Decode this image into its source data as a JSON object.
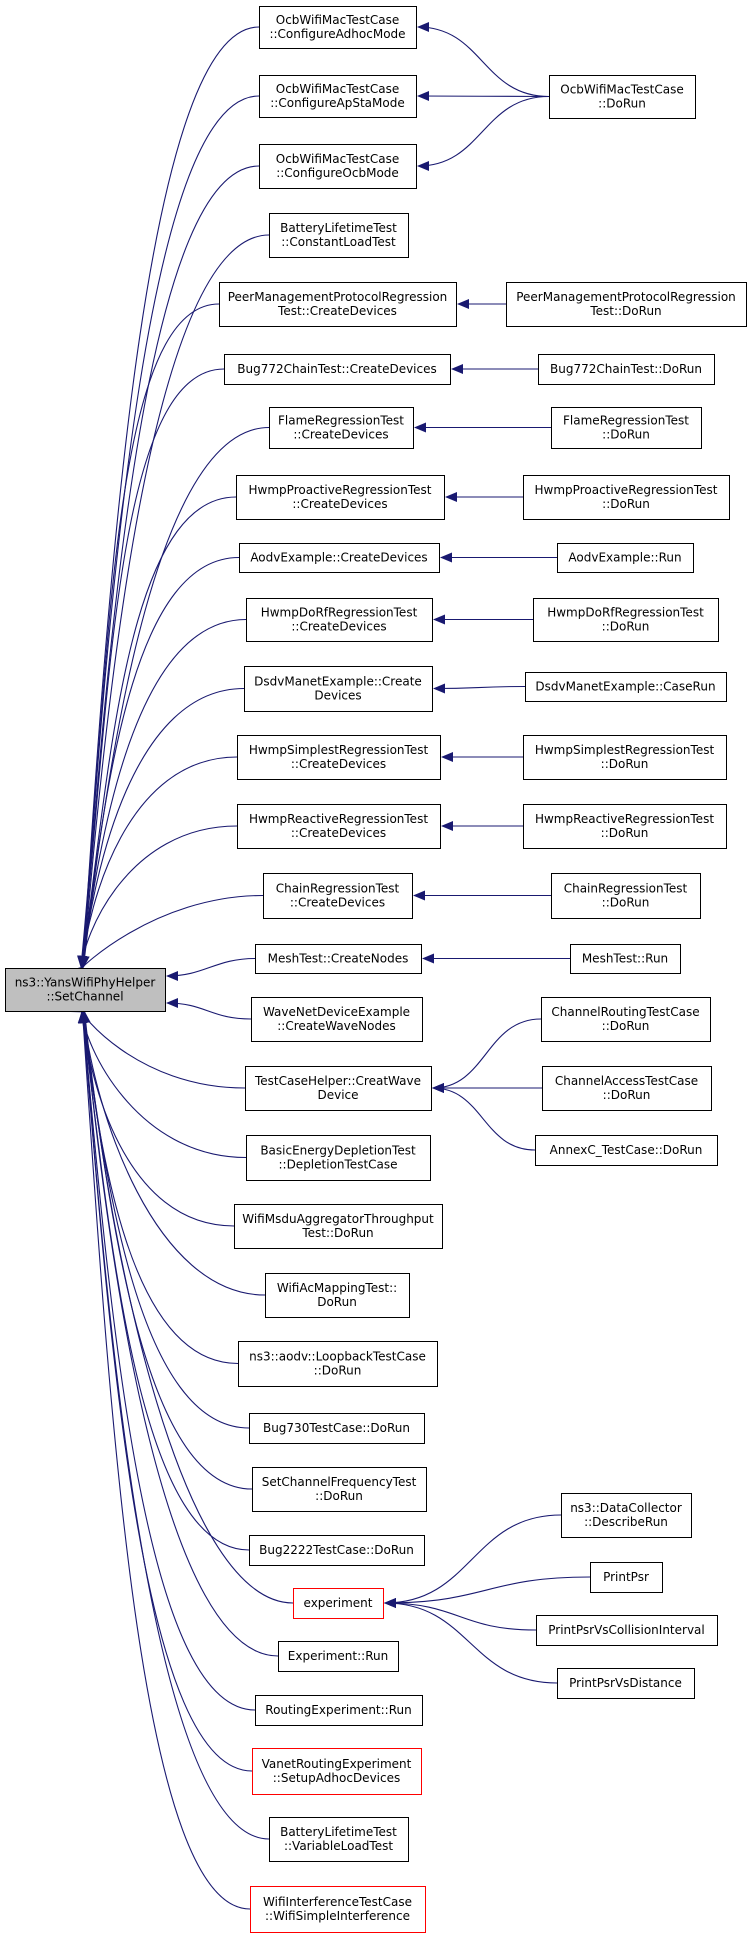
{
  "graph": {
    "edge_color": "#191970",
    "root_fill": "#bfbfbf",
    "highlight_border": "#ff0000",
    "root": {
      "lines": [
        "ns3::YansWifiPhyHelper",
        "::SetChannel"
      ]
    },
    "callers": [
      {
        "id": "c0",
        "lines": [
          "OcbWifiMacTestCase",
          "::ConfigureAdhocMode"
        ]
      },
      {
        "id": "c1",
        "lines": [
          "OcbWifiMacTestCase",
          "::ConfigureApStaMode"
        ]
      },
      {
        "id": "c2",
        "lines": [
          "OcbWifiMacTestCase",
          "::ConfigureOcbMode"
        ]
      },
      {
        "id": "c3",
        "lines": [
          "BatteryLifetimeTest",
          "::ConstantLoadTest"
        ]
      },
      {
        "id": "c4",
        "lines": [
          "PeerManagementProtocolRegression",
          "Test::CreateDevices"
        ]
      },
      {
        "id": "c5",
        "lines": [
          "Bug772ChainTest::CreateDevices"
        ]
      },
      {
        "id": "c6",
        "lines": [
          "FlameRegressionTest",
          "::CreateDevices"
        ]
      },
      {
        "id": "c7",
        "lines": [
          "HwmpProactiveRegressionTest",
          "::CreateDevices"
        ]
      },
      {
        "id": "c8",
        "lines": [
          "AodvExample::CreateDevices"
        ]
      },
      {
        "id": "c9",
        "lines": [
          "HwmpDoRfRegressionTest",
          "::CreateDevices"
        ]
      },
      {
        "id": "c10",
        "lines": [
          "DsdvManetExample::Create",
          "Devices"
        ]
      },
      {
        "id": "c11",
        "lines": [
          "HwmpSimplestRegressionTest",
          "::CreateDevices"
        ]
      },
      {
        "id": "c12",
        "lines": [
          "HwmpReactiveRegressionTest",
          "::CreateDevices"
        ]
      },
      {
        "id": "c13",
        "lines": [
          "ChainRegressionTest",
          "::CreateDevices"
        ]
      },
      {
        "id": "c14",
        "lines": [
          "MeshTest::CreateNodes"
        ]
      },
      {
        "id": "c15",
        "lines": [
          "WaveNetDeviceExample",
          "::CreateWaveNodes"
        ]
      },
      {
        "id": "c16",
        "lines": [
          "TestCaseHelper::CreatWave",
          "Device"
        ]
      },
      {
        "id": "c17",
        "lines": [
          "BasicEnergyDepletionTest",
          "::DepletionTestCase"
        ]
      },
      {
        "id": "c18",
        "lines": [
          "WifiMsduAggregatorThroughput",
          "Test::DoRun"
        ]
      },
      {
        "id": "c19",
        "lines": [
          "WifiAcMappingTest::",
          "DoRun"
        ]
      },
      {
        "id": "c20",
        "lines": [
          "ns3::aodv::LoopbackTestCase",
          "::DoRun"
        ]
      },
      {
        "id": "c21",
        "lines": [
          "Bug730TestCase::DoRun"
        ]
      },
      {
        "id": "c22",
        "lines": [
          "SetChannelFrequencyTest",
          "::DoRun"
        ]
      },
      {
        "id": "c23",
        "lines": [
          "Bug2222TestCase::DoRun"
        ]
      },
      {
        "id": "c24",
        "lines": [
          "experiment"
        ],
        "highlight": true
      },
      {
        "id": "c25",
        "lines": [
          "Experiment::Run"
        ]
      },
      {
        "id": "c26",
        "lines": [
          "RoutingExperiment::Run"
        ]
      },
      {
        "id": "c27",
        "lines": [
          "VanetRoutingExperiment",
          "::SetupAdhocDevices"
        ],
        "highlight": true
      },
      {
        "id": "c28",
        "lines": [
          "BatteryLifetimeTest",
          "::VariableLoadTest"
        ]
      },
      {
        "id": "c29",
        "lines": [
          "WifiInterferenceTestCase",
          "::WifiSimpleInterference"
        ],
        "highlight": true
      }
    ],
    "outer": [
      {
        "id": "o0",
        "lines": [
          "OcbWifiMacTestCase",
          "::DoRun"
        ],
        "from": [
          "c0",
          "c1",
          "c2"
        ]
      },
      {
        "id": "o1",
        "lines": [
          "PeerManagementProtocolRegression",
          "Test::DoRun"
        ],
        "from": [
          "c4"
        ]
      },
      {
        "id": "o2",
        "lines": [
          "Bug772ChainTest::DoRun"
        ],
        "from": [
          "c5"
        ]
      },
      {
        "id": "o3",
        "lines": [
          "FlameRegressionTest",
          "::DoRun"
        ],
        "from": [
          "c6"
        ]
      },
      {
        "id": "o4",
        "lines": [
          "HwmpProactiveRegressionTest",
          "::DoRun"
        ],
        "from": [
          "c7"
        ]
      },
      {
        "id": "o5",
        "lines": [
          "AodvExample::Run"
        ],
        "from": [
          "c8"
        ]
      },
      {
        "id": "o6",
        "lines": [
          "HwmpDoRfRegressionTest",
          "::DoRun"
        ],
        "from": [
          "c9"
        ]
      },
      {
        "id": "o7",
        "lines": [
          "DsdvManetExample::CaseRun"
        ],
        "from": [
          "c10"
        ]
      },
      {
        "id": "o8",
        "lines": [
          "HwmpSimplestRegressionTest",
          "::DoRun"
        ],
        "from": [
          "c11"
        ]
      },
      {
        "id": "o9",
        "lines": [
          "HwmpReactiveRegressionTest",
          "::DoRun"
        ],
        "from": [
          "c12"
        ]
      },
      {
        "id": "o10",
        "lines": [
          "ChainRegressionTest",
          "::DoRun"
        ],
        "from": [
          "c13"
        ]
      },
      {
        "id": "o11",
        "lines": [
          "MeshTest::Run"
        ],
        "from": [
          "c14"
        ]
      },
      {
        "id": "o12",
        "lines": [
          "ChannelRoutingTestCase",
          "::DoRun"
        ],
        "from": [
          "c16"
        ]
      },
      {
        "id": "o13",
        "lines": [
          "ChannelAccessTestCase",
          "::DoRun"
        ],
        "from": [
          "c16"
        ]
      },
      {
        "id": "o14",
        "lines": [
          "AnnexC_TestCase::DoRun"
        ],
        "from": [
          "c16"
        ]
      },
      {
        "id": "o15",
        "lines": [
          "ns3::DataCollector",
          "::DescribeRun"
        ],
        "from": [
          "c24"
        ]
      },
      {
        "id": "o16",
        "lines": [
          "PrintPsr"
        ],
        "from": [
          "c24"
        ]
      },
      {
        "id": "o17",
        "lines": [
          "PrintPsrVsCollisionInterval"
        ],
        "from": [
          "c24"
        ]
      },
      {
        "id": "o18",
        "lines": [
          "PrintPsrVsDistance"
        ],
        "from": [
          "c24"
        ]
      }
    ]
  }
}
